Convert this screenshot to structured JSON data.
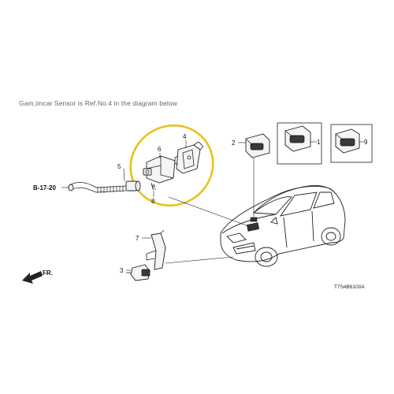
{
  "caption": "Gam,imcar Sensor is Ref.No.4 in the diagram below",
  "callouts": {
    "n1": "1",
    "n2": "2",
    "n3": "3",
    "n4": "4",
    "n5": "5",
    "n6": "6",
    "n7": "7",
    "n8": "8",
    "n9": "9"
  },
  "ref_label": "B-17-20",
  "front_label": "FR.",
  "diagram_code": "T7S4B6100A",
  "colors": {
    "highlight": "#e8c21a",
    "line": "#222222",
    "part_fill": "#f4f4f4"
  }
}
